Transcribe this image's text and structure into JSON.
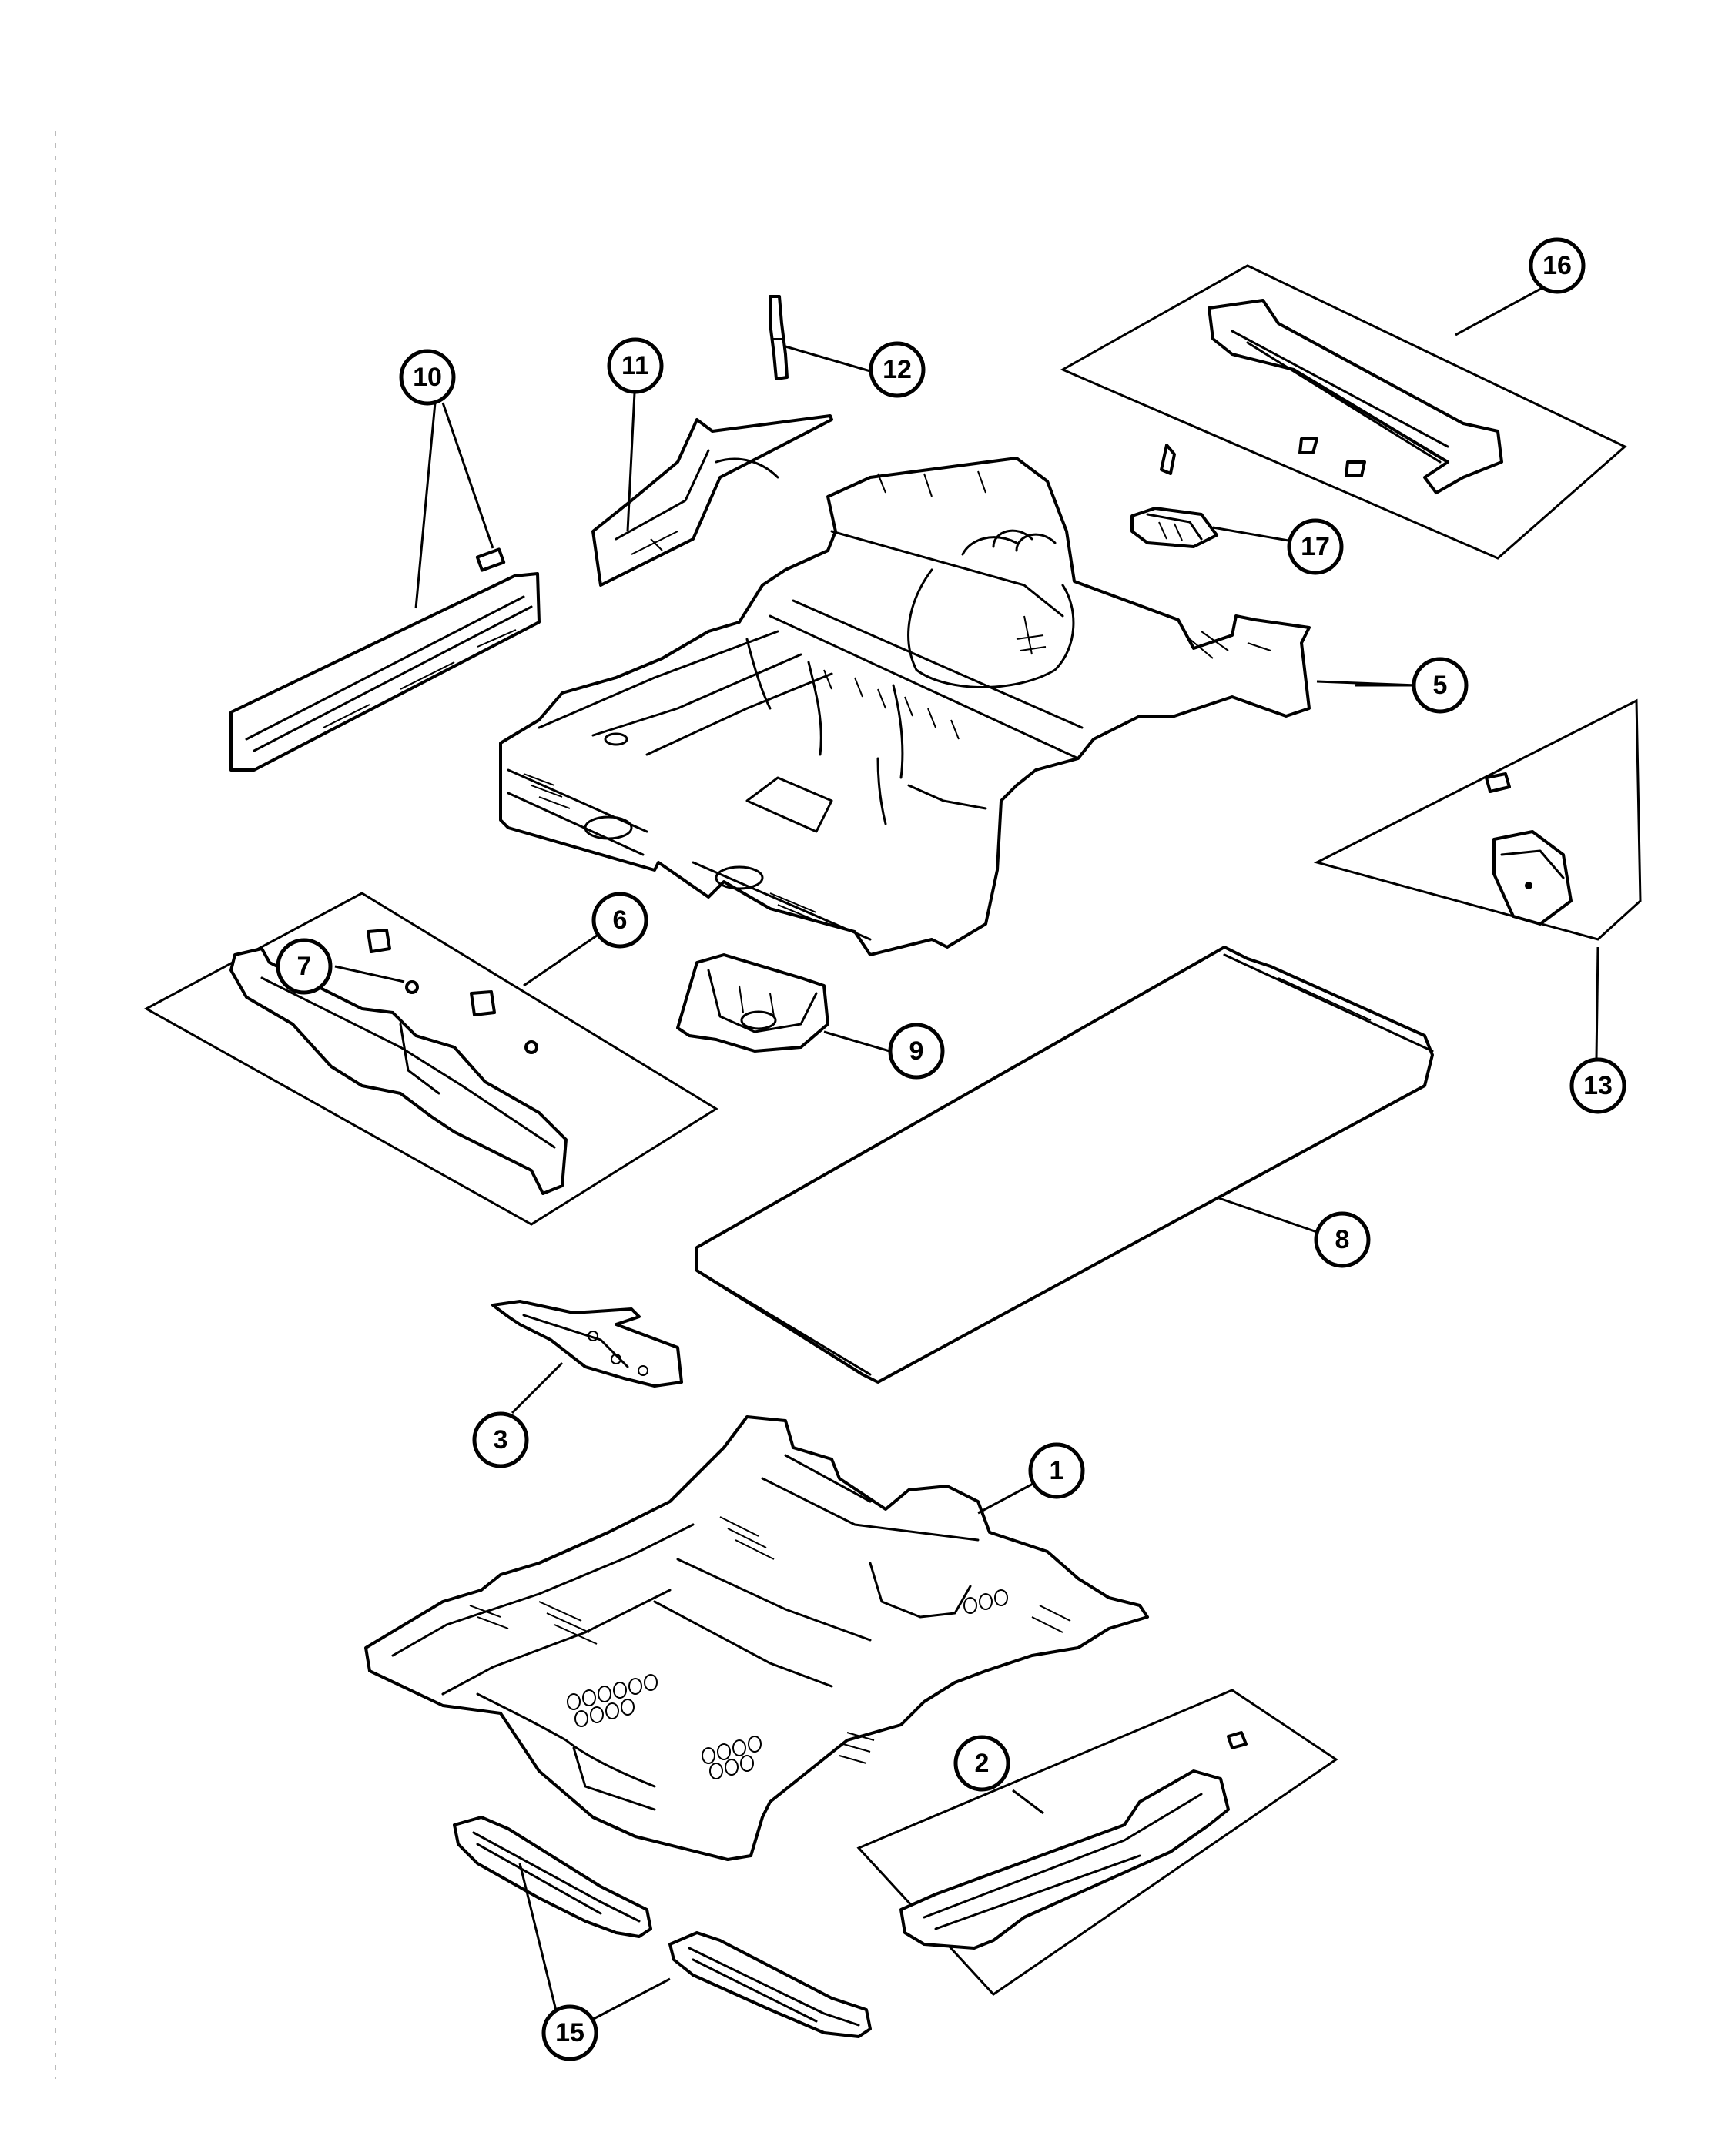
{
  "diagram": {
    "callouts": [
      {
        "id": "1",
        "label": "1"
      },
      {
        "id": "2",
        "label": "2"
      },
      {
        "id": "3",
        "label": "3"
      },
      {
        "id": "5",
        "label": "5"
      },
      {
        "id": "6",
        "label": "6"
      },
      {
        "id": "7",
        "label": "7"
      },
      {
        "id": "8",
        "label": "8"
      },
      {
        "id": "9",
        "label": "9"
      },
      {
        "id": "10",
        "label": "10"
      },
      {
        "id": "11",
        "label": "11"
      },
      {
        "id": "12",
        "label": "12"
      },
      {
        "id": "13",
        "label": "13"
      },
      {
        "id": "15",
        "label": "15"
      },
      {
        "id": "16",
        "label": "16"
      },
      {
        "id": "17",
        "label": "17"
      }
    ]
  }
}
